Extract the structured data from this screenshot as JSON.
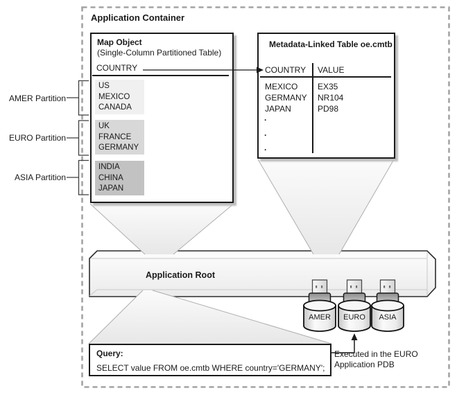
{
  "container": {
    "title": "Application Container"
  },
  "map_object": {
    "title": "Map Object",
    "subtitle": "(Single-Column Partitioned Table)",
    "column_header": "COUNTRY",
    "partitions": [
      {
        "label": "AMER Partition",
        "rows": [
          "US",
          "MEXICO",
          "CANADA"
        ]
      },
      {
        "label": "EURO Partition",
        "rows": [
          "UK",
          "FRANCE",
          "GERMANY"
        ]
      },
      {
        "label": "ASIA Partition",
        "rows": [
          "INDIA",
          "CHINA",
          "JAPAN"
        ]
      }
    ]
  },
  "metadata_table": {
    "title": "Metadata-Linked Table oe.cmtb",
    "columns": [
      "COUNTRY",
      "VALUE"
    ],
    "rows": [
      [
        "MEXICO",
        "EX35"
      ],
      [
        "GERMANY",
        "NR104"
      ],
      [
        "JAPAN",
        "PD98"
      ]
    ],
    "ellipsis": [
      ".",
      ".",
      "."
    ]
  },
  "application_root": {
    "label": "Application Root"
  },
  "pdbs": [
    {
      "label": "AMER"
    },
    {
      "label": "EURO"
    },
    {
      "label": "ASIA"
    }
  ],
  "query_box": {
    "title": "Query:",
    "sql": "SELECT value FROM oe.cmtb WHERE country='GERMANY';"
  },
  "callout": {
    "line1": "Executed in the EURO",
    "line2": "Application PDB"
  },
  "colors": {
    "partition_amer_bg": "#f0f0f0",
    "partition_euro_bg": "#d8d8d8",
    "partition_asia_bg": "#c2c2c2",
    "box_border": "#1a1a1a",
    "dashed_border": "#a3a3a3"
  }
}
